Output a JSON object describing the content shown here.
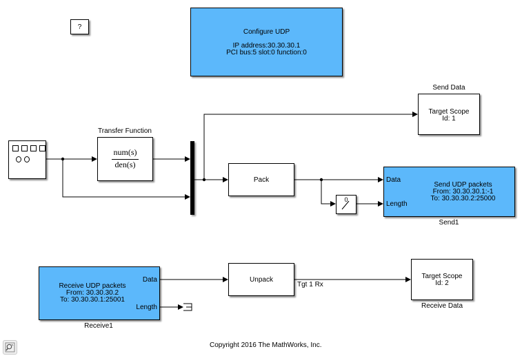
{
  "help_block": {
    "label": "?"
  },
  "configure_udp": {
    "title": "Configure UDP",
    "ip": "IP address:30.30.30.1",
    "pci": "PCI bus:5 slot:0 function:0",
    "color": "#5cb8fb"
  },
  "signal_generator": {
    "row1": "□□□□",
    "row2": "o o"
  },
  "transfer_function": {
    "name": "Transfer Function",
    "numerator": "num(s)",
    "denominator": "den(s)"
  },
  "pack": {
    "label": "Pack"
  },
  "width_block": {
    "label": "0"
  },
  "send_scope": {
    "name": "Send Data",
    "line1": "Target Scope",
    "line2": "Id: 1"
  },
  "send_udp": {
    "name": "Send1",
    "line1": "Send UDP packets",
    "line2": "From: 30.30.30.1:-1",
    "line3": "To: 30.30.30.2:25000",
    "port_data": "Data",
    "port_length": "Length"
  },
  "receive_udp": {
    "name": "Receive1",
    "line1": "Receive UDP packets",
    "line2": "From: 30.30.30.2",
    "line3": "To: 30.30.30.1:25001",
    "port_data": "Data",
    "port_length": "Length"
  },
  "unpack": {
    "label": "Unpack",
    "signal_label": "Tgt 1 Rx"
  },
  "receive_scope": {
    "name": "Receive Data",
    "line1": "Target Scope",
    "line2": "Id: 2"
  },
  "footer": {
    "copyright": "Copyright 2016 The MathWorks, Inc."
  }
}
